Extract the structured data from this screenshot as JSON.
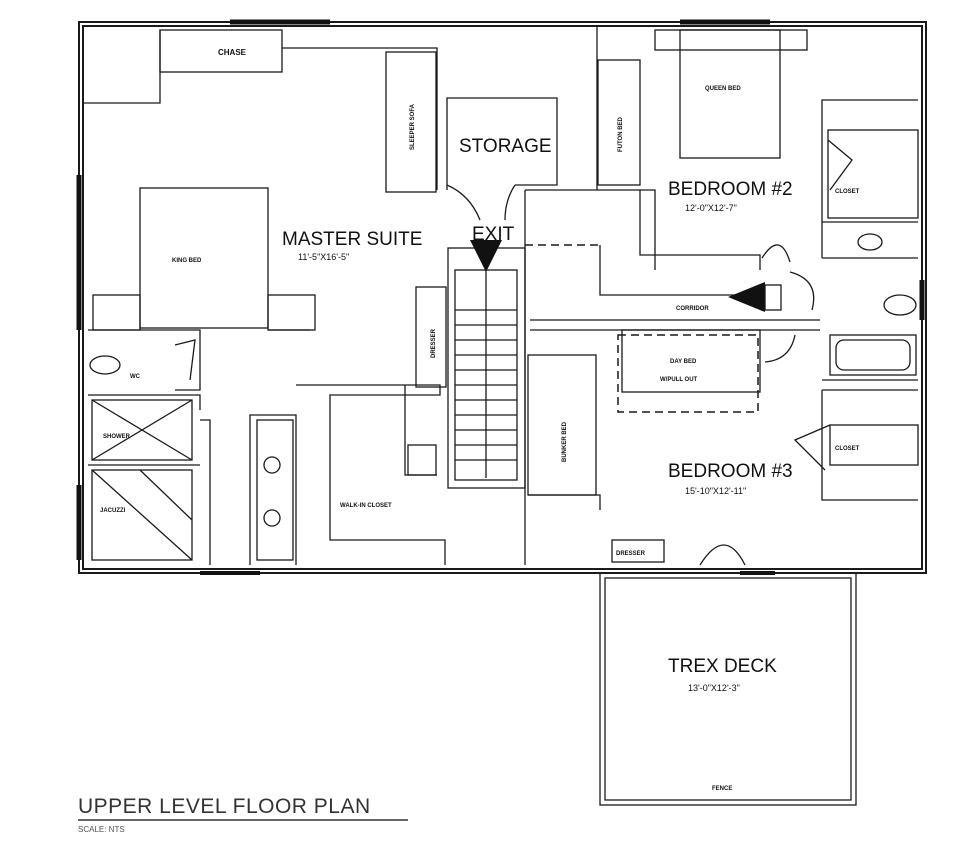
{
  "title": "UPPER LEVEL FLOOR PLAN",
  "scale": "SCALE: NTS",
  "rooms": {
    "master_suite": {
      "name": "MASTER SUITE",
      "dims": "11'-5\"X16'-5\""
    },
    "bedroom2": {
      "name": "BEDROOM #2",
      "dims": "12'-0\"X12'-7\""
    },
    "bedroom3": {
      "name": "BEDROOM #3",
      "dims": "15'-10\"X12'-11\""
    },
    "trex_deck": {
      "name": "TREX DECK",
      "dims": "13'-0\"X12'-3\""
    },
    "storage": {
      "name": "STORAGE"
    },
    "walk_in_closet": {
      "name": "WALK-IN CLOSET"
    },
    "corridor": {
      "name": "CORRIDOR"
    }
  },
  "labels": {
    "chase": "CHASE",
    "sleeper_sofa": "SLEEPER SOFA",
    "futon_bed": "FUTON BED",
    "queen_bed": "QUEEN BED",
    "closet_b2": "CLOSET",
    "closet_b3": "CLOSET",
    "king_bed": "KING BED",
    "exit": "EXIT",
    "dresser_ms": "DRESSER",
    "wc": "WC",
    "shower": "SHOWER",
    "jacuzzi": "JACUZZI",
    "bunker_bed": "BUNKER BED",
    "day_bed": "DAY BED",
    "pull_out": "W/PULL OUT",
    "dresser_b3": "DRESSER",
    "fence": "FENCE"
  }
}
